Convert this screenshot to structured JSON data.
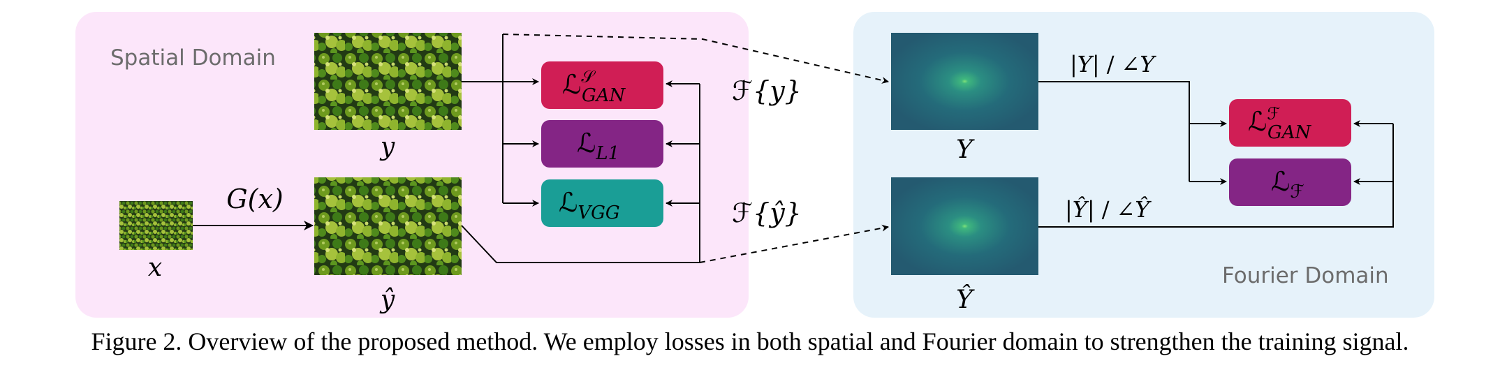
{
  "panels": {
    "spatial": {
      "label": "Spatial Domain",
      "color": "#fce6fa"
    },
    "fourier": {
      "label": "Fourier Domain",
      "color": "#e6f2fa"
    }
  },
  "images": {
    "x": {
      "label": "x"
    },
    "y": {
      "label": "y"
    },
    "y_hat": {
      "label": "ŷ"
    },
    "Y": {
      "label": "Y"
    },
    "Y_hat": {
      "label": "Ŷ"
    }
  },
  "arrows": {
    "generator": "G(x)",
    "fourier_y": {
      "main": "ℱ",
      "arg": "{y}"
    },
    "fourier_y_hat": {
      "main": "ℱ",
      "arg": "{ŷ}"
    },
    "mag_phase_Y": {
      "left": "|Y|",
      "slash": "/",
      "angle": "∠",
      "var": "Y"
    },
    "mag_phase_Y_hat": {
      "left": "|Ŷ|",
      "slash": "/",
      "angle": "∠",
      "var": "Ŷ"
    }
  },
  "losses": {
    "gan_spatial": {
      "main": "ℒ",
      "sub": "GAN",
      "sup": "𝒮",
      "color": "#d01e55"
    },
    "l1": {
      "main": "ℒ",
      "sub": "L1",
      "color": "#842585"
    },
    "vgg": {
      "main": "ℒ",
      "sub": "VGG",
      "color": "#1a9e96"
    },
    "gan_fourier": {
      "main": "ℒ",
      "sub": "GAN",
      "sup": "ℱ",
      "color": "#d01e55"
    },
    "fourier": {
      "main": "ℒ",
      "sub": "ℱ",
      "color": "#842585"
    }
  },
  "caption": "Figure 2. Overview of the proposed method. We employ losses in both spatial and Fourier domain to strengthen the training signal."
}
